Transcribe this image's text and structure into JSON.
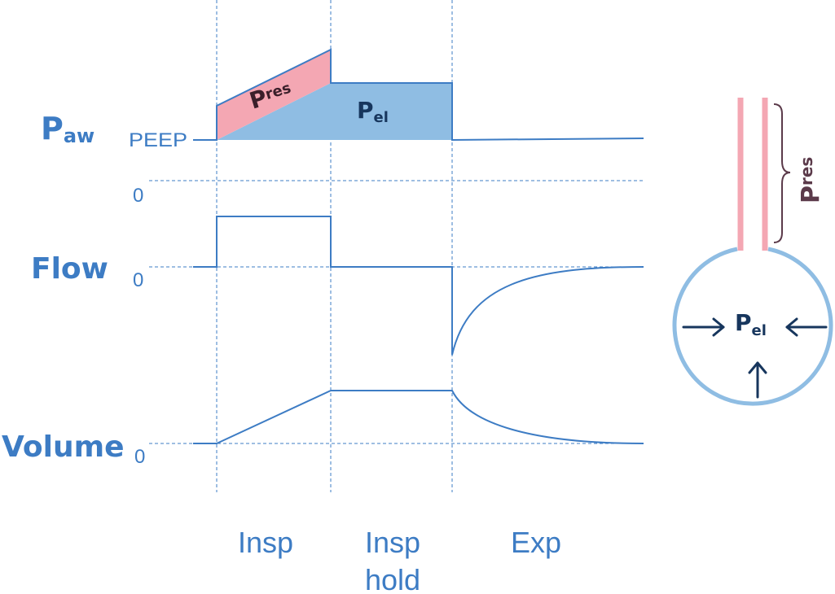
{
  "rows": {
    "paw": {
      "main": "P",
      "sub": "aw",
      "baseline_label": "PEEP",
      "zero_label": "0"
    },
    "flow": {
      "main": "Flow",
      "zero_label": "0"
    },
    "volume": {
      "main": "Volume",
      "zero_label": "0"
    }
  },
  "regions": {
    "pres": {
      "main": "P",
      "sub": "res"
    },
    "pel": {
      "main": "P",
      "sub": "el"
    }
  },
  "phases": {
    "insp": "Insp",
    "insp_hold_line1": "Insp",
    "insp_hold_line2": "hold",
    "exp": "Exp"
  },
  "lung": {
    "pres": {
      "main": "P",
      "sub": "res"
    },
    "pel": {
      "main": "P",
      "sub": "el"
    }
  },
  "colors": {
    "trace": "#3d7cc4",
    "pres_fill": "#f4a7b3",
    "pel_fill": "#8fbde3",
    "dark_navy": "#17365d",
    "maroon": "#5b3a4a",
    "airway_pink": "#f4a7b3",
    "lung_outline": "#8fbde3"
  }
}
